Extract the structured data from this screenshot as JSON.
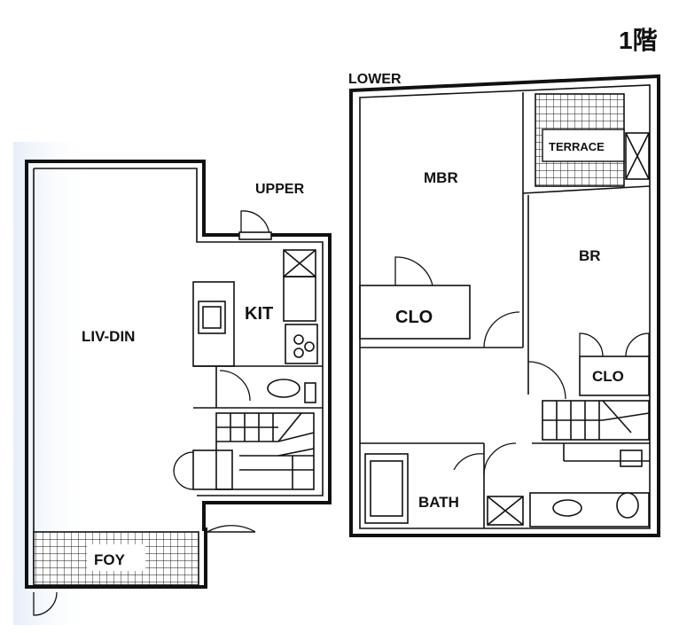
{
  "floor_label": "1階",
  "sections": {
    "upper": "UPPER",
    "lower": "LOWER"
  },
  "rooms": {
    "liv_din": "LIV-DIN",
    "kit": "KIT",
    "foy": "FOY",
    "mbr": "MBR",
    "terrace": "TERRACE",
    "br": "BR",
    "clo_left": "CLO",
    "clo_right": "CLO",
    "bath": "BATH"
  },
  "colors": {
    "line": "#111111",
    "background": "#ffffff",
    "tint": "#eef3fa"
  }
}
